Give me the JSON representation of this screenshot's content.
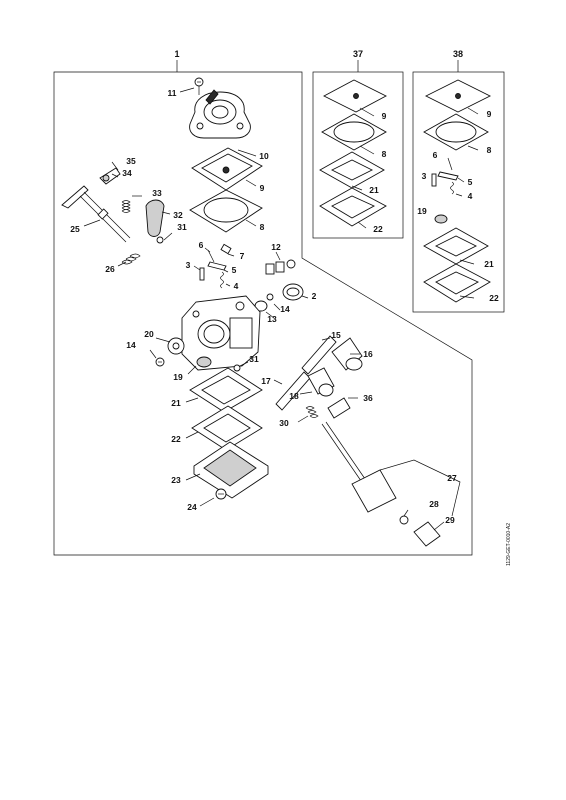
{
  "frames": {
    "main": "1",
    "kit_a": "37",
    "kit_b": "38"
  },
  "callouts_main": {
    "p11": "11",
    "p10": "10",
    "p9": "9",
    "p8": "8",
    "p35": "35",
    "p34": "34",
    "p33": "33",
    "p32": "32",
    "p31a": "31",
    "p25": "25",
    "p26": "26",
    "p6": "6",
    "p7": "7",
    "p3": "3",
    "p5": "5",
    "p4": "4",
    "p12": "12",
    "p2": "2",
    "p14a": "14",
    "p13": "13",
    "p20": "20",
    "p14b": "14",
    "p31b": "31",
    "p19": "19",
    "p15": "15",
    "p16": "16",
    "p17": "17",
    "p18": "18",
    "p36": "36",
    "p21": "21",
    "p22": "22",
    "p30": "30",
    "p23": "23",
    "p24": "24",
    "p27": "27",
    "p28": "28",
    "p29": "29"
  },
  "callouts_kit_a": {
    "p9": "9",
    "p8": "8",
    "p21": "21",
    "p22": "22"
  },
  "callouts_kit_b": {
    "p9": "9",
    "p8": "8",
    "p6": "6",
    "p3": "3",
    "p5": "5",
    "p4": "4",
    "p19": "19",
    "p21": "21",
    "p22": "22"
  },
  "drawing_code": "1129-GET-0010-A2"
}
